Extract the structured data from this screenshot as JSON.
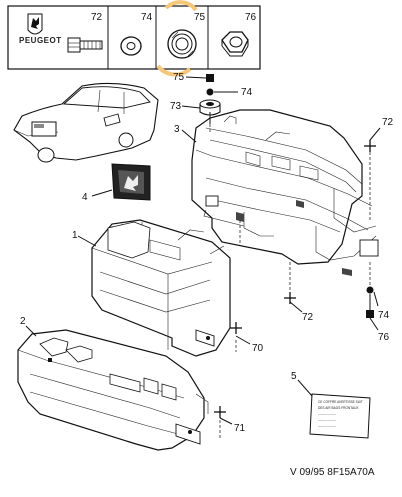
{
  "brand_logo": {
    "text": "PEUGEOT"
  },
  "header_parts": [
    "72",
    "74",
    "75",
    "76"
  ],
  "labels": {
    "p1": "1",
    "p2": "2",
    "p3": "3",
    "p4": "4",
    "p5": "5",
    "p70": "70",
    "p71": "71",
    "p72_right_top": "72",
    "p72_bottom": "72",
    "p73": "73",
    "p74_top": "74",
    "p74_right": "74",
    "p75": "75",
    "p76": "76"
  },
  "label_card": {
    "lines": [
      "CE COFFRE AVERTISSE SUIT",
      "DES AIR BAGS FRONTAUX",
      "-----------------",
      "-----------------",
      "-----------------"
    ]
  },
  "reference": "V 09/95 8F15A70A",
  "colors": {
    "highlight": "#f5c77a",
    "ink": "#111111"
  }
}
